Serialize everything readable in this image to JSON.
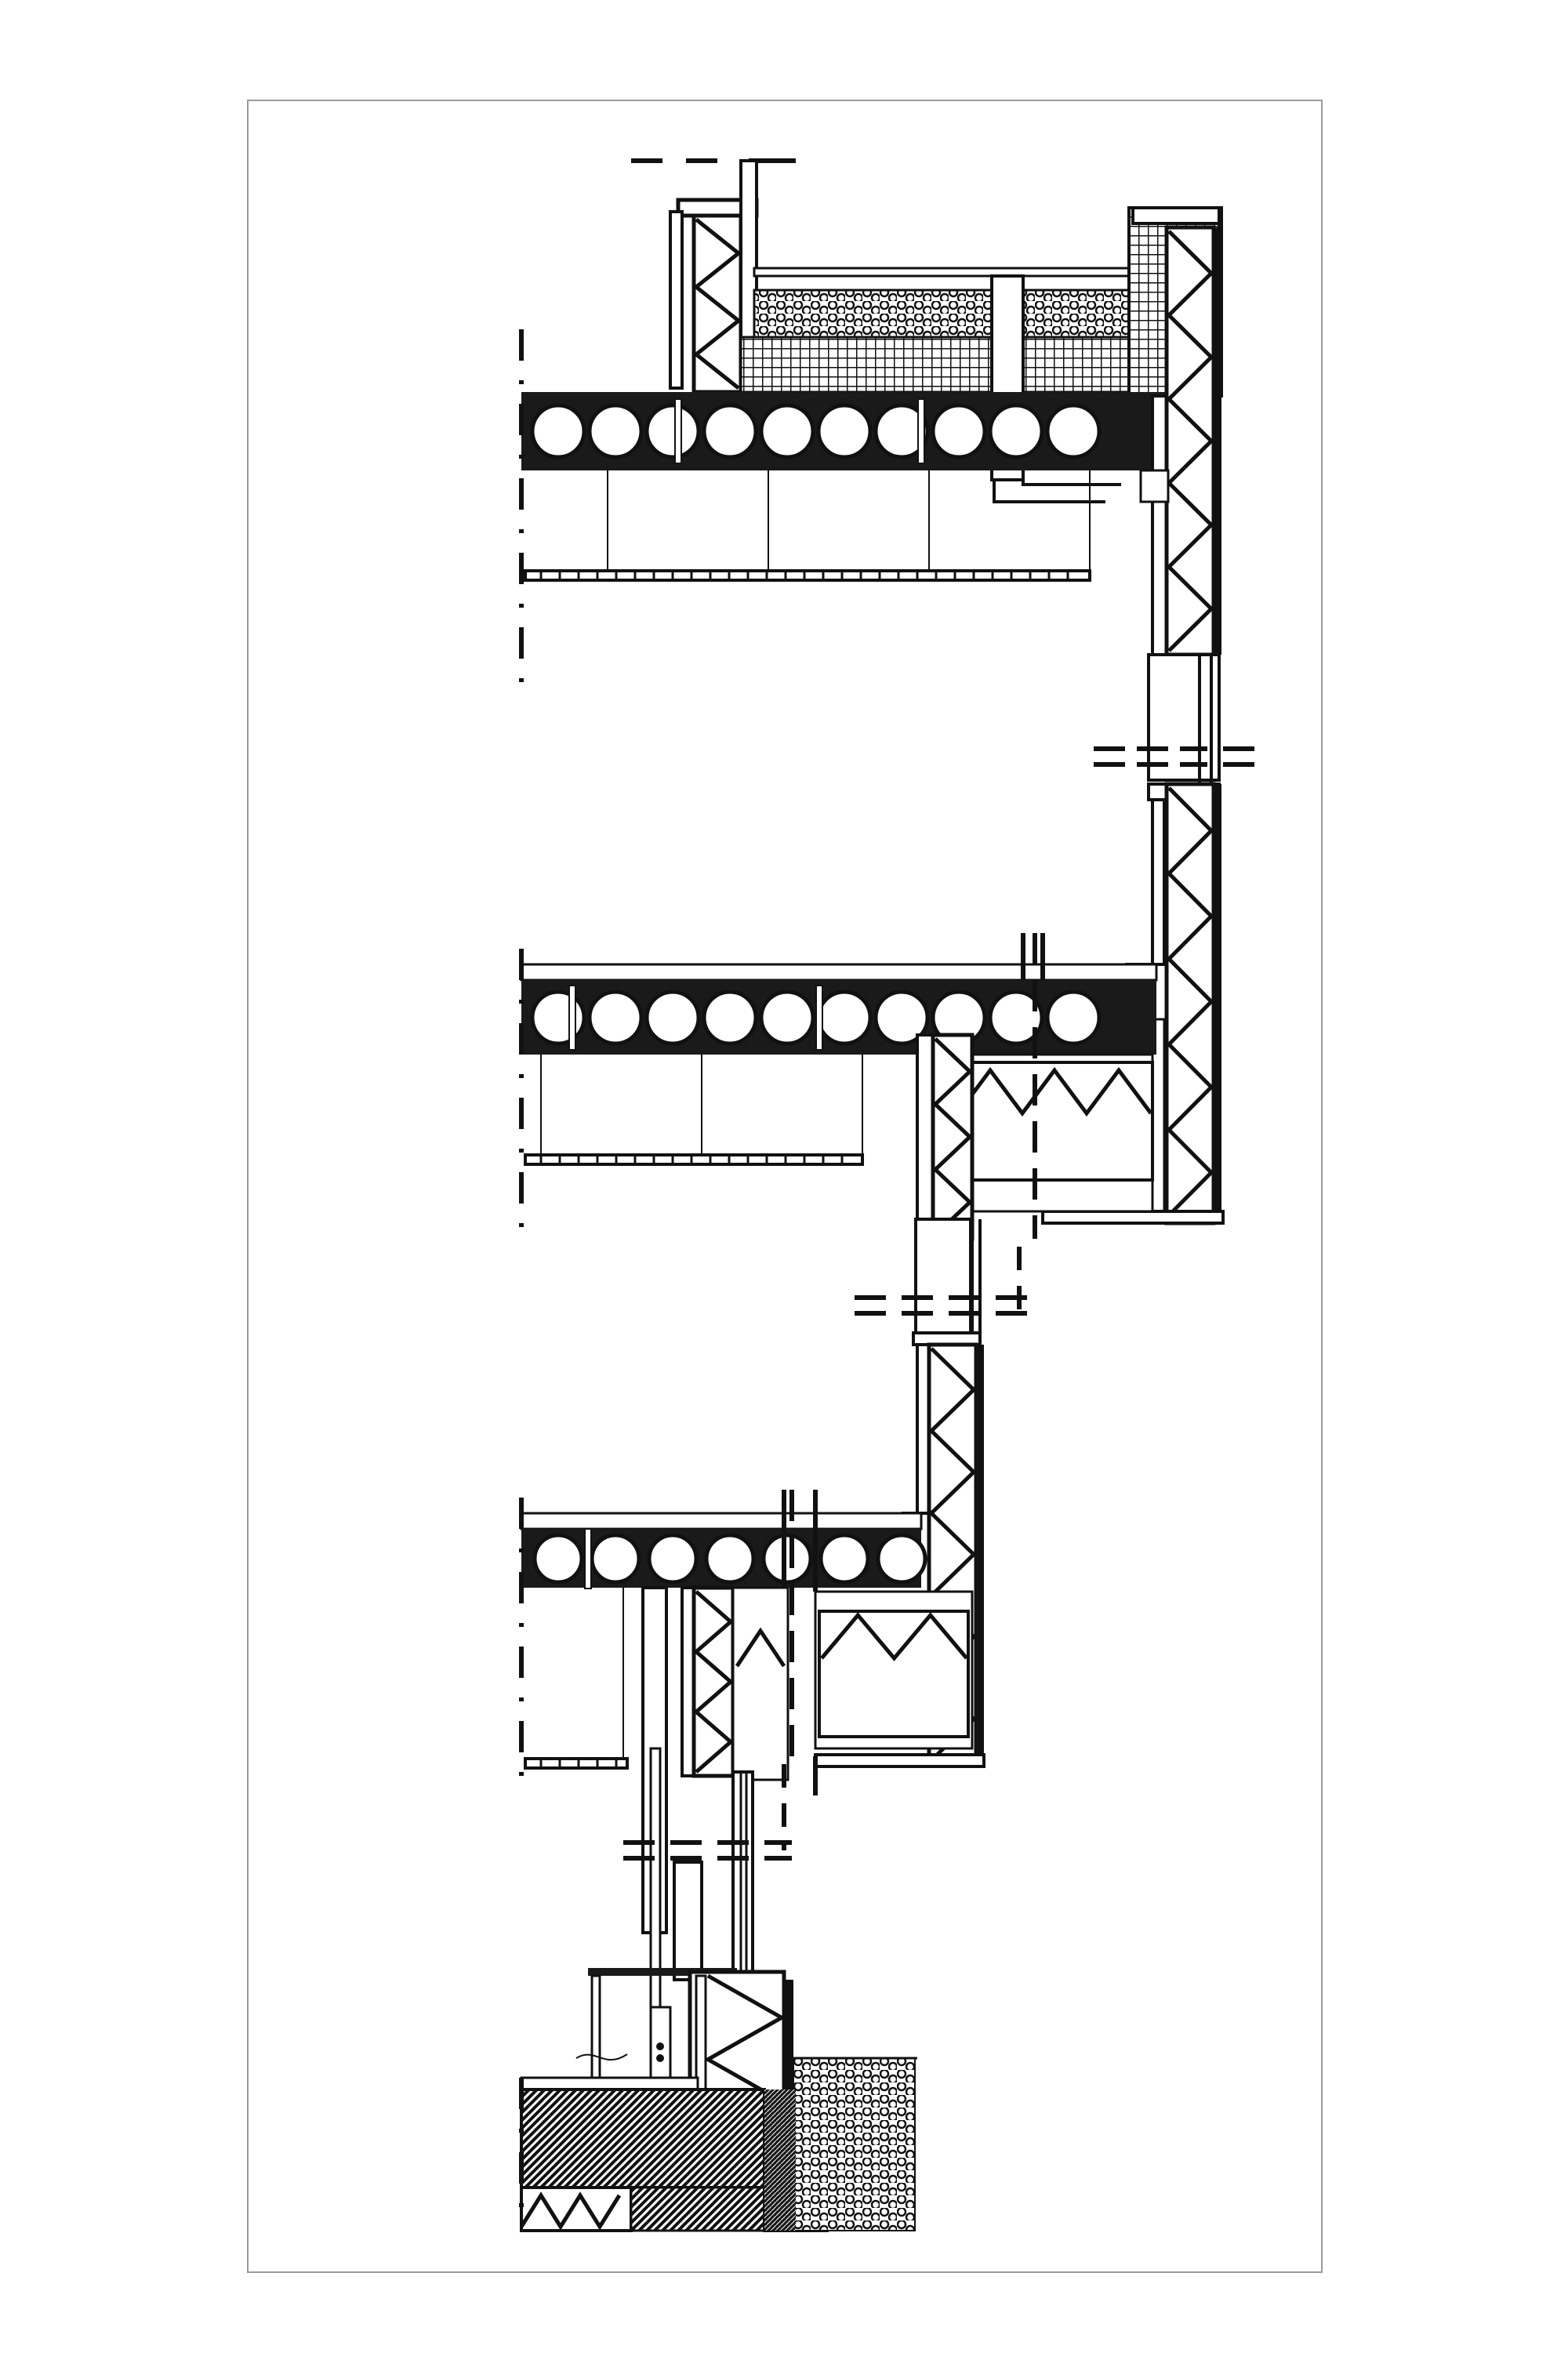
{
  "drawing": {
    "kind": "architectural wall section detail",
    "text_labels": [],
    "colors": {
      "background": "#ffffff",
      "frame": "#9a9a9a",
      "line": "#111111",
      "fill_dark": "#1a1a1a",
      "fill_light": "#ffffff"
    },
    "materials": [
      "hollow-core-slab",
      "rigid-insulation-zigzag",
      "gravel-ballast",
      "masonry-grid",
      "earth-hatch",
      "suspended-ceiling",
      "window-frame"
    ]
  }
}
